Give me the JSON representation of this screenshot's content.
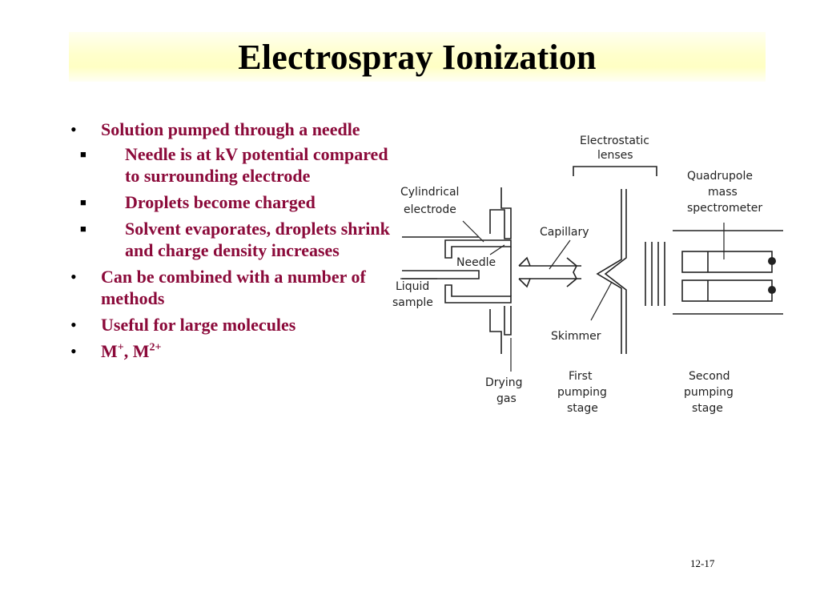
{
  "slide": {
    "title": "Electrospray Ionization",
    "page_number": "12-17"
  },
  "bullets": {
    "b1": "Solution pumped through a needle",
    "b1_subs": [
      "Needle is at kV potential compared to surrounding electrode",
      "Droplets become charged",
      "Solvent evaporates, droplets shrink and charge density increases"
    ],
    "b2": "Can be combined with a number of methods",
    "b3": "Useful for large molecules",
    "b4": {
      "m1": "M",
      "m1_sup": "+",
      "sep": ", M",
      "m2_sup": "2+"
    }
  },
  "diagram": {
    "labels": {
      "electrostatic_1": "Electrostatic",
      "electrostatic_2": "lenses",
      "quadrupole_1": "Quadrupole",
      "quadrupole_2": "mass",
      "quadrupole_3": "spectrometer",
      "cylindrical_1": "Cylindrical",
      "cylindrical_2": "electrode",
      "capillary": "Capillary",
      "needle": "Needle",
      "liquid_1": "Liquid",
      "liquid_2": "sample",
      "skimmer": "Skimmer",
      "drying_1": "Drying",
      "drying_2": "gas",
      "first_1": "First",
      "first_2": "pumping",
      "first_3": "stage",
      "second_1": "Second",
      "second_2": "pumping",
      "second_3": "stage"
    }
  }
}
